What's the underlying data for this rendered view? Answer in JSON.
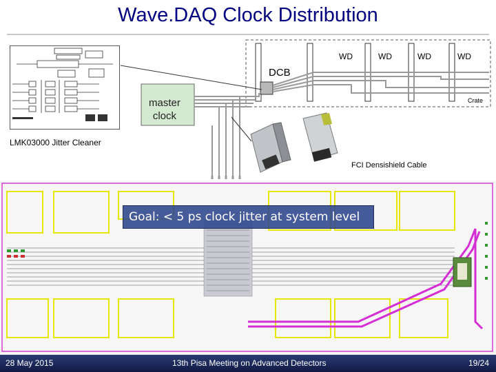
{
  "slide": {
    "title": "Wave.DAQ Clock Distribution",
    "wd_boards": [
      "WD",
      "WD",
      "WD",
      "WD"
    ],
    "dcb_label": "DCB",
    "crate_label": "Crate",
    "master_clock_label": "master\nclock",
    "jitter_cleaner_caption": "LMK03000 Jitter Cleaner",
    "cable_caption": "FCI Densishield Cable",
    "goal_text": "Goal: < 5 ps clock jitter at system level"
  },
  "footer": {
    "date": "28 May 2015",
    "event": "13th Pisa Meeting on Advanced Detectors",
    "page": "19/24"
  },
  "colors": {
    "title": "#000080",
    "footer_bg": "#1a2450",
    "goal_box": "#2d468c",
    "pcb_yellow": "#e8e800",
    "pcb_magenta": "#d42ed4",
    "master_clock_box": "#d4ead0"
  },
  "icons": [
    "block-diagram-icon",
    "sfp-transceiver-icon",
    "pcb-layout-icon"
  ]
}
